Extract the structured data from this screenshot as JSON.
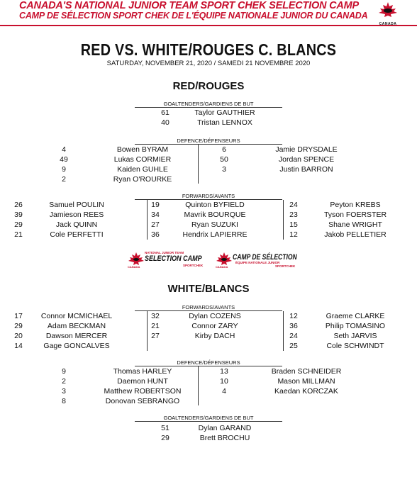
{
  "header": {
    "line1": "CANADA'S NATIONAL JUNIOR TEAM SPORT CHEK SELECTION CAMP",
    "line2": "CAMP DE SÉLECTION SPORT CHEK DE L'ÉQUIPE NATIONALE JUNIOR DU CANADA",
    "logo_text": "CANADA"
  },
  "title": "RED VS. WHITE/ROUGES C. BLANCS",
  "date": "SATURDAY, NOVEMBER 21, 2020 / SAMEDI 21 NOVEMBRE 2020",
  "section_labels": {
    "goaltenders": "GOALTENDERS/GARDIENS DE BUT",
    "defence": "DEFENCE/DÉFENSEURS",
    "forwards": "FORWARDS/AVANTS"
  },
  "red": {
    "team_name": "RED/ROUGES",
    "goaltenders": [
      {
        "num": "61",
        "name": "Taylor GAUTHIER"
      },
      {
        "num": "40",
        "name": "Tristan LENNOX"
      }
    ],
    "defence_left": [
      {
        "num": "4",
        "name": "Bowen BYRAM"
      },
      {
        "num": "49",
        "name": "Lukas CORMIER"
      },
      {
        "num": "9",
        "name": "Kaiden GUHLE"
      },
      {
        "num": "2",
        "name": "Ryan O'ROURKE"
      }
    ],
    "defence_right": [
      {
        "num": "6",
        "name": "Jamie DRYSDALE"
      },
      {
        "num": "50",
        "name": "Jordan SPENCE"
      },
      {
        "num": "3",
        "name": "Justin BARRON"
      }
    ],
    "forwards_left": [
      {
        "num": "26",
        "name": "Samuel POULIN"
      },
      {
        "num": "39",
        "name": "Jamieson REES"
      },
      {
        "num": "29",
        "name": "Jack QUINN"
      },
      {
        "num": "21",
        "name": "Cole PERFETTI"
      }
    ],
    "forwards_mid": [
      {
        "num": "19",
        "name": "Quinton BYFIELD"
      },
      {
        "num": "34",
        "name": "Mavrik BOURQUE"
      },
      {
        "num": "27",
        "name": "Ryan SUZUKI"
      },
      {
        "num": "36",
        "name": "Hendrix LAPIERRE"
      }
    ],
    "forwards_right": [
      {
        "num": "24",
        "name": "Peyton KREBS"
      },
      {
        "num": "23",
        "name": "Tyson FOERSTER"
      },
      {
        "num": "15",
        "name": "Shane WRIGHT"
      },
      {
        "num": "12",
        "name": "Jakob PELLETIER"
      }
    ]
  },
  "sponsor": {
    "left_top": "NATIONAL JUNIOR TEAM",
    "left_main": "SELECTION CAMP",
    "left_sub": "SPORTCHEK",
    "right_main": "CAMP DE SÉLECTION",
    "right_top": "ÉQUIPE NATIONALE JUNIOR",
    "right_sub": "SPORTCHEK",
    "canada": "CANADA"
  },
  "white": {
    "team_name": "WHITE/BLANCS",
    "forwards_left": [
      {
        "num": "17",
        "name": "Connor MCMICHAEL"
      },
      {
        "num": "29",
        "name": "Adam BECKMAN"
      },
      {
        "num": "20",
        "name": "Dawson MERCER"
      },
      {
        "num": "14",
        "name": "Gage GONCALVES"
      }
    ],
    "forwards_mid": [
      {
        "num": "32",
        "name": "Dylan COZENS"
      },
      {
        "num": "21",
        "name": "Connor ZARY"
      },
      {
        "num": "27",
        "name": "Kirby DACH"
      }
    ],
    "forwards_right": [
      {
        "num": "12",
        "name": "Graeme CLARKE"
      },
      {
        "num": "36",
        "name": "Philip TOMASINO"
      },
      {
        "num": "24",
        "name": "Seth JARVIS"
      },
      {
        "num": "25",
        "name": "Cole SCHWINDT"
      }
    ],
    "defence_left": [
      {
        "num": "9",
        "name": "Thomas HARLEY"
      },
      {
        "num": "2",
        "name": "Daemon HUNT"
      },
      {
        "num": "3",
        "name": "Matthew ROBERTSON"
      },
      {
        "num": "8",
        "name": "Donovan SEBRANGO"
      }
    ],
    "defence_right": [
      {
        "num": "13",
        "name": "Braden SCHNEIDER"
      },
      {
        "num": "10",
        "name": "Mason MILLMAN"
      },
      {
        "num": "4",
        "name": "Kaedan KORCZAK"
      }
    ],
    "goaltenders": [
      {
        "num": "51",
        "name": "Dylan GARAND"
      },
      {
        "num": "29",
        "name": "Brett BROCHU"
      }
    ]
  }
}
